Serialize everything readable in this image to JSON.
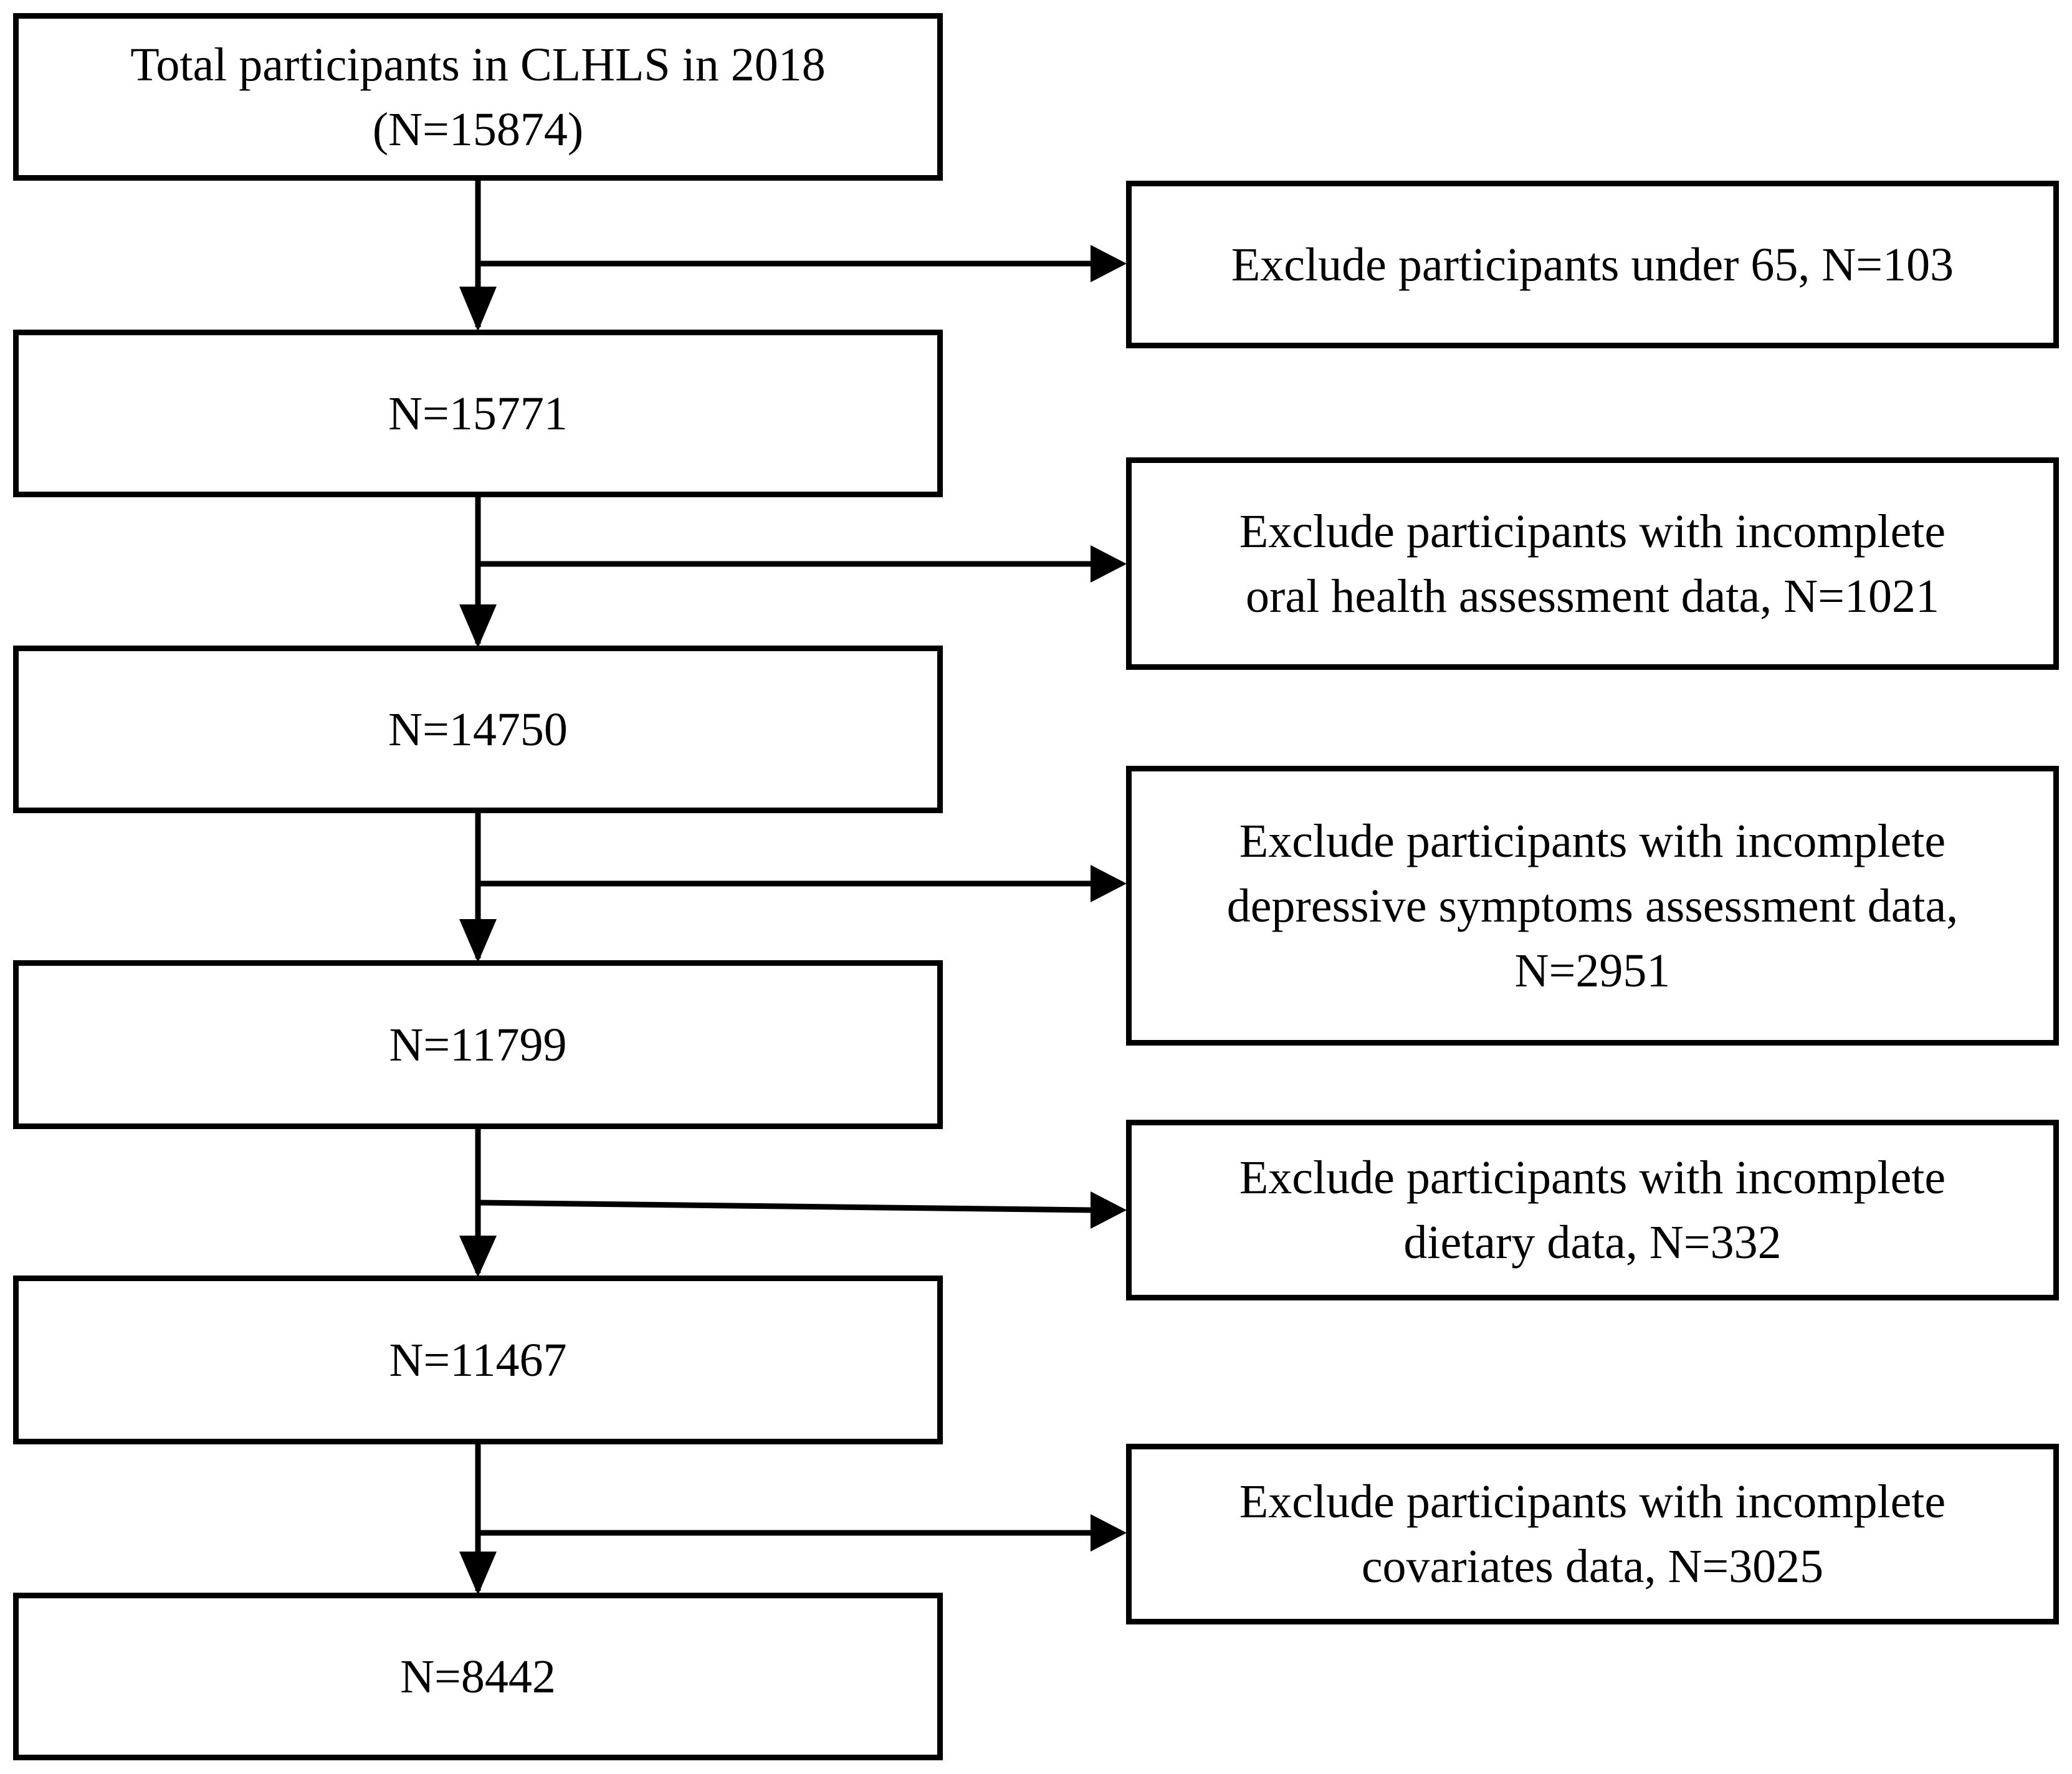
{
  "flowchart": {
    "main_steps": [
      {
        "lines": [
          "Total participants in CLHLS in 2018",
          "(N=15874)"
        ]
      },
      {
        "lines": [
          "N=15771"
        ]
      },
      {
        "lines": [
          "N=14750"
        ]
      },
      {
        "lines": [
          "N=11799"
        ]
      },
      {
        "lines": [
          "N=11467"
        ]
      },
      {
        "lines": [
          "N=8442"
        ]
      }
    ],
    "exclusions": [
      {
        "lines": [
          "Exclude participants under 65, N=103"
        ]
      },
      {
        "lines": [
          "Exclude participants with incomplete",
          "oral health assessment data, N=1021"
        ]
      },
      {
        "lines": [
          "Exclude participants with incomplete",
          "depressive symptoms assessment data,",
          "N=2951"
        ]
      },
      {
        "lines": [
          "Exclude participants with incomplete",
          "dietary data, N=332"
        ]
      },
      {
        "lines": [
          "Exclude participants with incomplete",
          "covariates data, N=3025"
        ]
      }
    ]
  },
  "colors": {
    "stroke": "#000000",
    "background": "#ffffff"
  }
}
